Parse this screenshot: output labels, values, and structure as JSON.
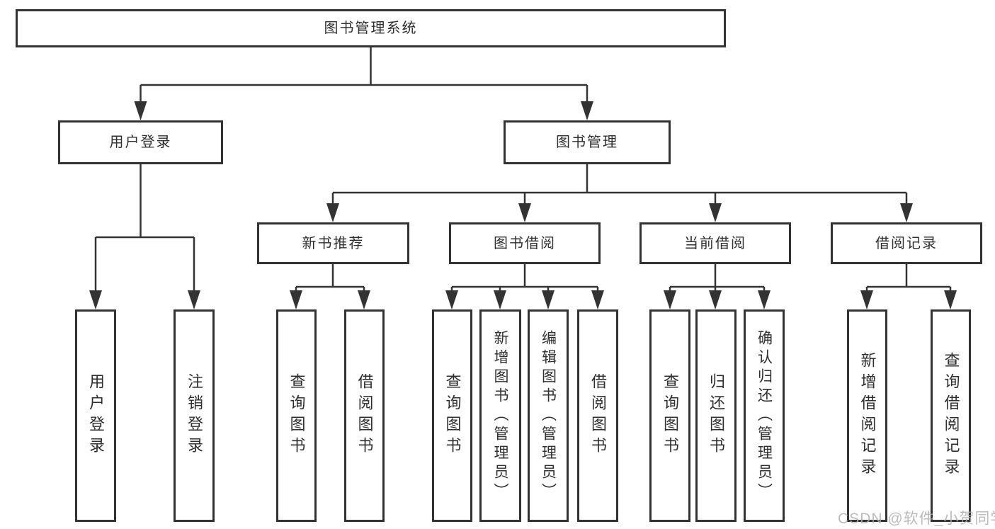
{
  "diagram": {
    "root": {
      "label": "图书管理系统"
    },
    "branches": {
      "user_login": {
        "label": "用户登录",
        "children": [
          "用户登录",
          "注销登录"
        ]
      },
      "book_mgmt": {
        "label": "图书管理",
        "children": {
          "new_book_rec": {
            "label": "新书推荐",
            "children": [
              "查询图书",
              "借阅图书"
            ]
          },
          "book_borrow": {
            "label": "图书借阅",
            "children": [
              "查询图书",
              "新增图书（管理员）",
              "编辑图书（管理员）",
              "借阅图书"
            ]
          },
          "current_borrow": {
            "label": "当前借阅",
            "children": [
              "查询图书",
              "归还图书",
              "确认归还（管理员）"
            ]
          },
          "borrow_record": {
            "label": "借阅记录",
            "children": [
              "新增借阅记录",
              "查询借阅记录"
            ]
          }
        }
      }
    },
    "colors": {
      "line": "#333333",
      "box_background": "#ffffff",
      "text": "#2f2f2f",
      "watermark": "#b0b0b0"
    },
    "watermark": {
      "text": "CSDN @软件_小贺同学"
    }
  }
}
